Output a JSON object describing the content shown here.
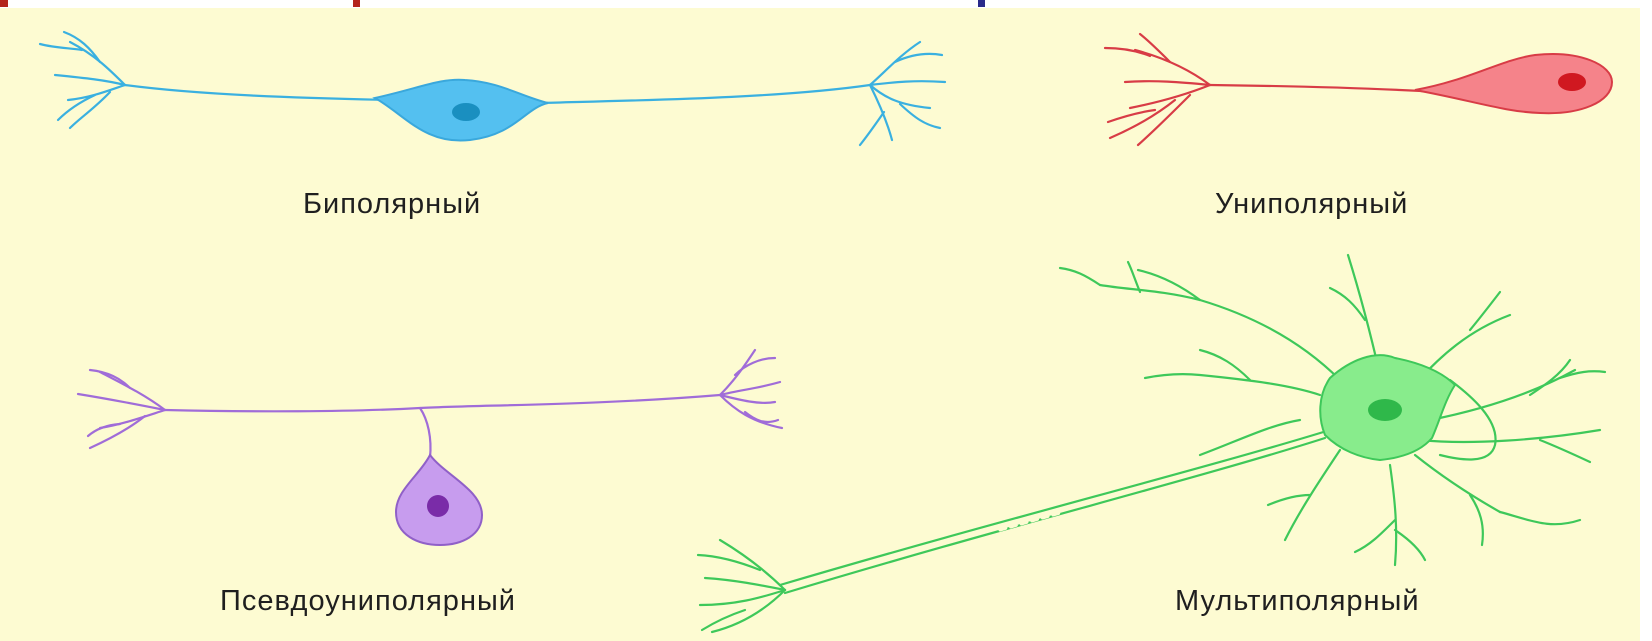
{
  "labels": {
    "bipolar": "Биполярный",
    "unipolar": "Униполярный",
    "pseudounipolar": "Псевдоуниполярный",
    "multipolar": "Мультиполярный"
  },
  "colors": {
    "background": "#fdfbd2",
    "bipolar": "#3ab0e0",
    "unipolar": "#e0454f",
    "pseudounipolar": "#a06cd8",
    "multipolar": "#3ec85a"
  }
}
